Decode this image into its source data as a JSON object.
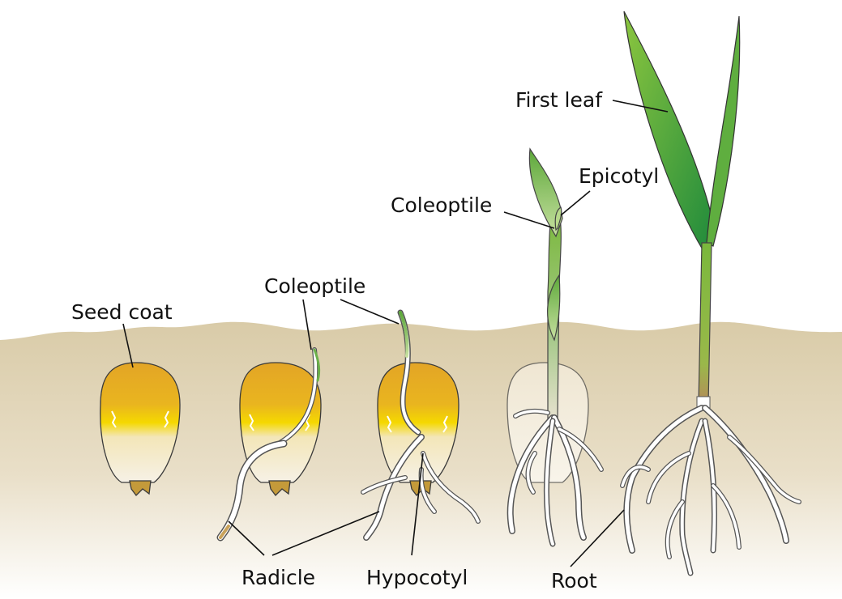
{
  "labels": {
    "seed_coat": "Seed coat",
    "coleoptile_stage2": "Coleoptile",
    "coleoptile_stage4": "Coleoptile",
    "epicotyl": "Epicotyl",
    "first_leaf": "First leaf",
    "radicle": "Radicle",
    "hypocotyl": "Hypocotyl",
    "root": "Root"
  },
  "colors": {
    "soil_top": "#d9cba8",
    "soil_bottom": "#ffffff",
    "seed_top": "#e3a526",
    "seed_mid": "#f2d100",
    "seed_bottom": "#f7f1e2",
    "seed_tip": "#c49a3a",
    "stem_green": "#7ab83c",
    "leaf_dark": "#1f8a3c",
    "leaf_light": "#8cc63f",
    "root_fill": "#ffffff",
    "root_outline": "#555555"
  }
}
